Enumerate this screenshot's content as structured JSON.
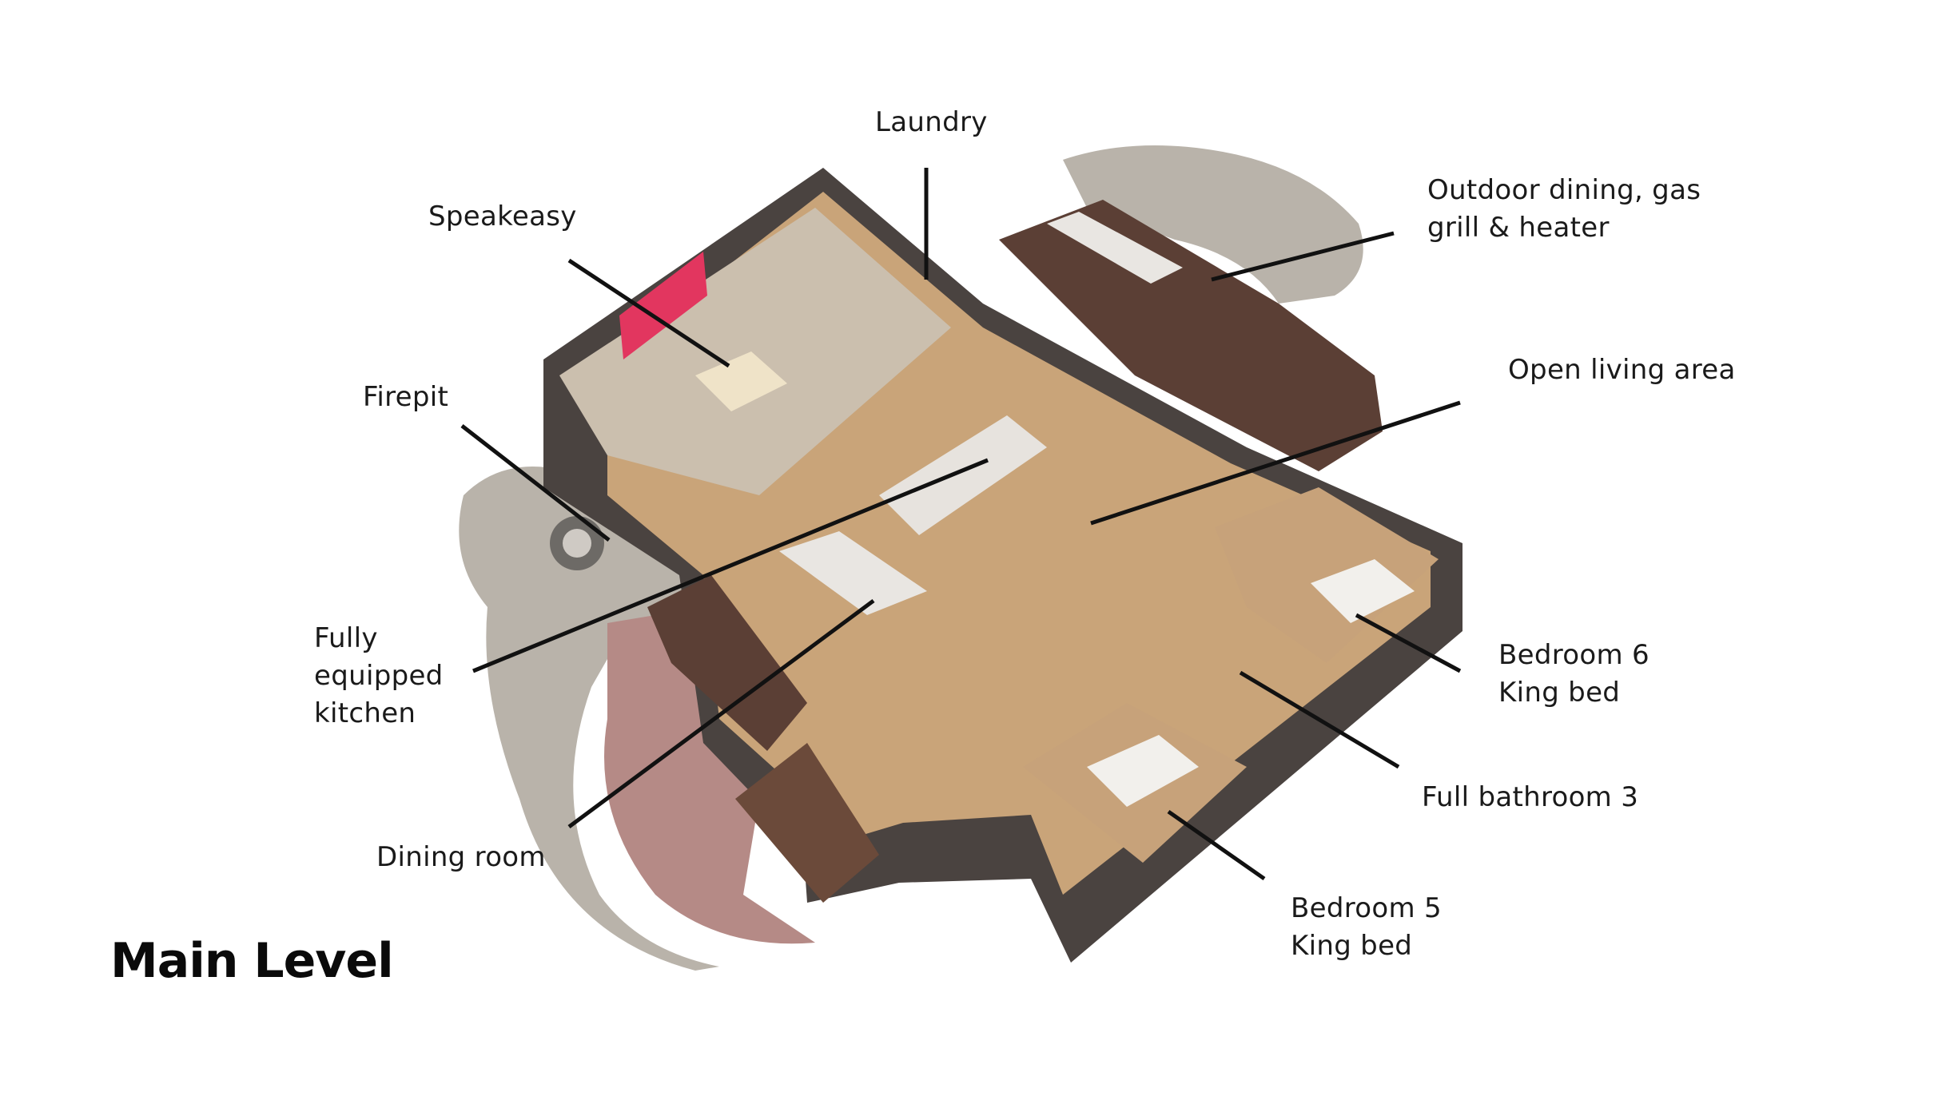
{
  "title": "Main Level",
  "labels": {
    "laundry": [
      "Laundry"
    ],
    "speakeasy": [
      "Speakeasy"
    ],
    "outdoor_dining": [
      "Outdoor dining, gas",
      "grill & heater"
    ],
    "open_living": [
      "Open living area"
    ],
    "firepit": [
      "Firepit"
    ],
    "kitchen": [
      "Fully",
      "equipped",
      "kitchen"
    ],
    "dining_room": [
      "Dining room"
    ],
    "bedroom6": [
      "Bedroom 6",
      "King bed"
    ],
    "bathroom3": [
      "Full bathroom 3"
    ],
    "bedroom5": [
      "Bedroom 5",
      "King bed"
    ]
  },
  "colors": {
    "floor_wood": "#c9a479",
    "wall_dark": "#4a4340",
    "deck": "#5b3f35",
    "stone": "#b9b3aa",
    "brick_path": "#b58a86",
    "leader_line": "#111111"
  }
}
